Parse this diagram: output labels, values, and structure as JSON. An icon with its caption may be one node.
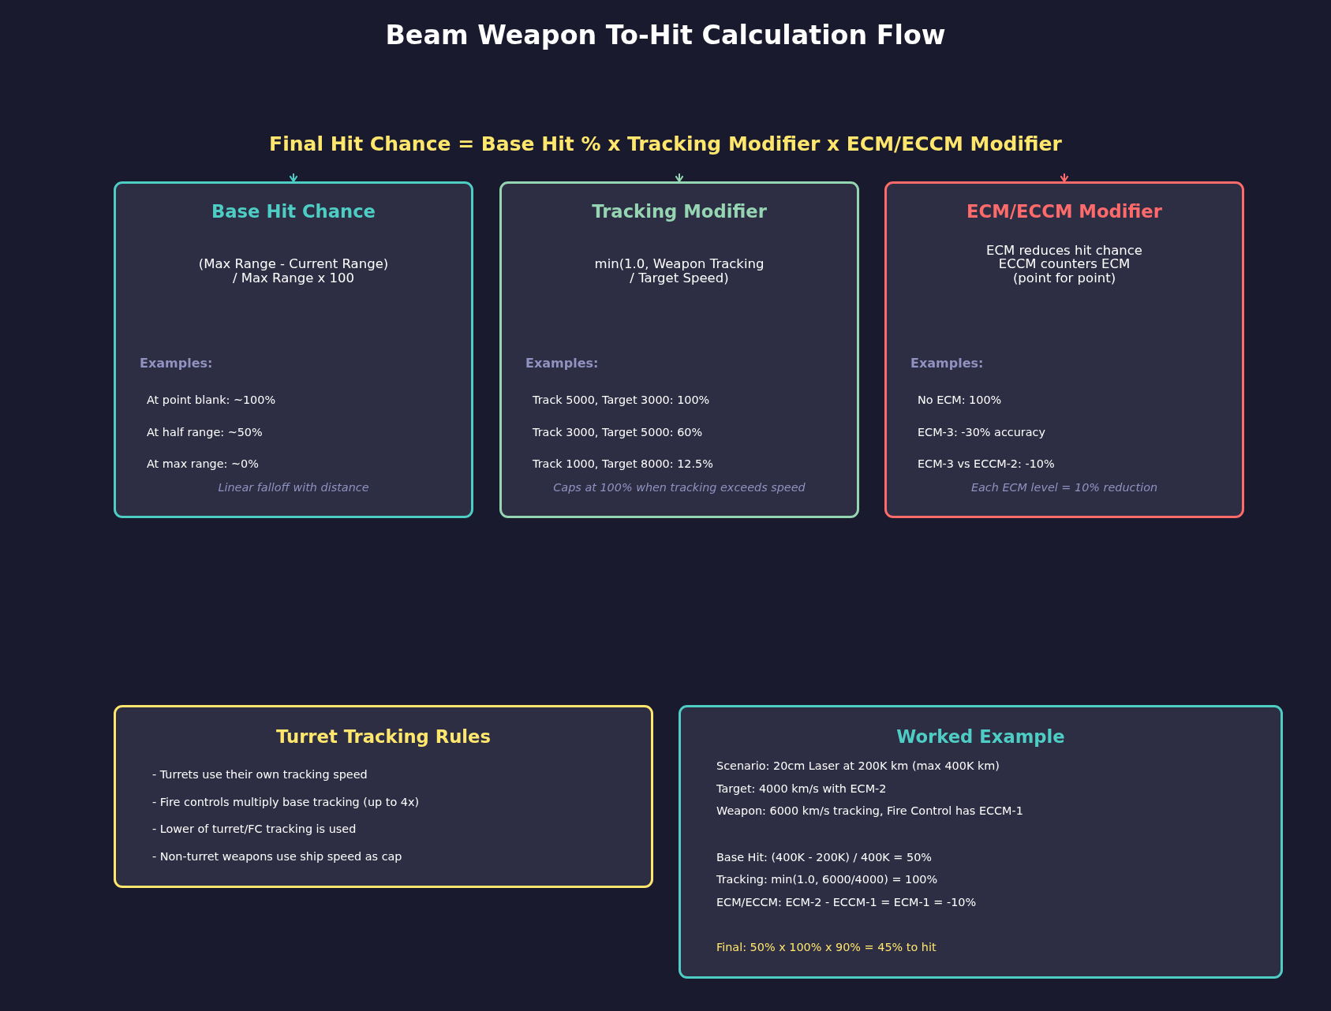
{
  "diagram": {
    "title": "Beam Weapon To-Hit Calculation Flow",
    "nodes": [
      {
        "text": [
          "Base Hit Chance",
          "(Max Range - Current Range) / Max Range x 100",
          "Examples:",
          "At point blank: ~100%",
          "At half range: ~50%",
          "At max range: ~0%",
          "Linear falloff with distance"
        ]
      },
      {
        "text": [
          "Tracking Modifier",
          "min(1.0, Weapon Tracking / Target Speed)",
          "Examples:",
          "Track 5000, Target 3000: 100%",
          "Track 3000, Target 5000: 60%",
          "Track 1000, Target 8000: 12.5%",
          "Caps at 100% when tracking exceeds speed"
        ]
      },
      {
        "text": [
          "ECM/ECCM Modifier",
          "ECM reduces hit chance ECCM counters ECM (point for point)",
          "Examples:",
          "No ECM: 100%",
          "ECM-3: -30% accuracy",
          "ECM-3 vs ECCM-2: -10%",
          "Each ECM level = 10% reduction"
        ]
      },
      {
        "text": [
          "Turret Tracking Rules",
          "- Turrets use their own tracking speed",
          "- Fire controls multiply base tracking (up to 4x)",
          "- Lower of turret/FC tracking is used",
          "- Non-turret weapons use ship speed as cap"
        ]
      },
      {
        "text": [
          "Worked Example",
          "Scenario: 20cm Laser at 200K km (max 400K km)",
          "Target: 4000 km/s with ECM-2",
          "Weapon: 6000 km/s tracking, Fire Control has ECCM-1",
          "Base Hit: (400K - 200K) / 400K = 50%",
          "Tracking: min(1.0, 6000/4000) = 100%",
          "ECM/ECCM: ECM-2 - ECCM-1 = ECM-1 = -10%",
          "Final: 50% x 100% x 90% = 45% to hit"
        ]
      }
    ],
    "edges": [
      {
        "from": null,
        "to": 0,
        "arrow": "to",
        "color": "#4ecdc4"
      },
      {
        "from": null,
        "to": 1,
        "arrow": "to",
        "color": "#95d5b2"
      },
      {
        "from": null,
        "to": 2,
        "arrow": "to",
        "color": "#ff6b6b"
      }
    ],
    "labels": [
      "Final Hit Chance = Base Hit % x Tracking Modifier x ECM/ECCM Modifier"
    ]
  }
}
